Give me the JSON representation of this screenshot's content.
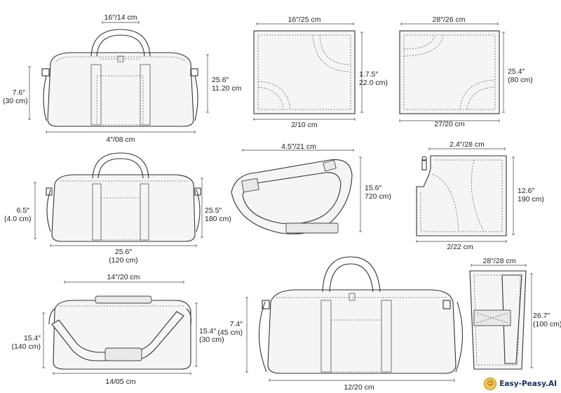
{
  "views": [
    {
      "name": "top-left-duffel",
      "labels": {
        "width_top": "16″/14 cm",
        "height_left_1": "7.6″",
        "height_left_2": "(30 cm)",
        "height_right_1": "25.6″",
        "height_right_2": "11.20 cm",
        "bottom": "4″/08 cm"
      }
    },
    {
      "name": "top-middle-panel",
      "labels": {
        "top": "16″/25 cm",
        "right_1": "1.7.5″",
        "right_2": "22.0 cm)",
        "bottom": "2/10 cm"
      }
    },
    {
      "name": "top-right-panel",
      "labels": {
        "top": "28″/26 cm",
        "right_1": "25.4″",
        "right_2": "(80 cm)",
        "bottom": "27/20 cm"
      }
    },
    {
      "name": "middle-left-duffel",
      "labels": {
        "left_1": "6.5″",
        "left_2": "(4.0 cm)",
        "right_1": "25.5″",
        "right_2": "180 cm)",
        "bottom_1": "25.6″",
        "bottom_2": "(120 cm)"
      }
    },
    {
      "name": "middle-strap",
      "labels": {
        "top": "4.5″/21 cm",
        "right_1": "15.6″",
        "right_2": "720 cm)"
      }
    },
    {
      "name": "middle-right-pocket",
      "labels": {
        "top": "2.4″/28 cm",
        "right_1": "12.6″",
        "right_2": "190 cm)",
        "bottom": "2/22 cm"
      }
    },
    {
      "name": "bottom-left-duffel",
      "labels": {
        "top": "14″/20 cm",
        "left_1": "15.4″",
        "left_2": "(140 cm)",
        "right_1": "15.4″",
        "right_2": "(30 cm)",
        "bottom": "14/05 cm"
      }
    },
    {
      "name": "bottom-middle-duffel",
      "labels": {
        "left_1": "7.4″",
        "left_2": "(45 cm)",
        "bottom": "12/20 cm"
      }
    },
    {
      "name": "bottom-right-side",
      "labels": {
        "top": "28″/28 cm",
        "right_1": "26.7″",
        "right_2": "(100 cm)"
      }
    }
  ],
  "watermark": {
    "text": "Easy-Peasy.AI",
    "icon": "mascot-face-icon"
  }
}
